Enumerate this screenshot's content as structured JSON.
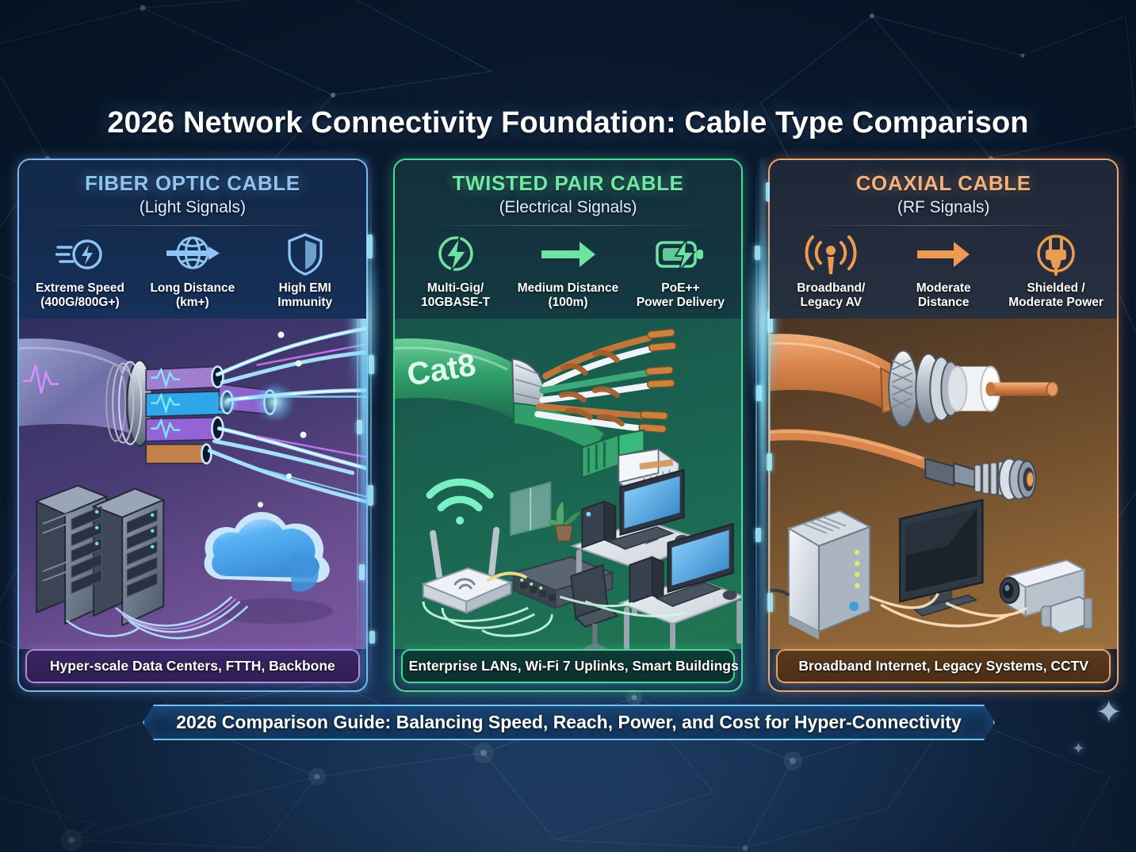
{
  "header": {
    "title": "2026 Network Connectivity Foundation: Cable Type Comparison"
  },
  "banner": {
    "text": "2026 Comparison Guide: Balancing Speed, Reach, Power, and Cost for Hyper-Connectivity"
  },
  "theme": {
    "background_dark": "#0a1728",
    "background_light": "#2f5a8c",
    "fiber_accent": "#8fc4f2",
    "twisted_accent": "#72e6a6",
    "coax_accent": "#f0b183",
    "divider_glow": "#82e1ff"
  },
  "panels": [
    {
      "id": "fiber-optic",
      "title": "FIBER OPTIC CABLE",
      "subtitle": "(Light Signals)",
      "accent": "#8fc4f2",
      "features": [
        {
          "icon": "speed-meter-icon",
          "label": "Extreme Speed\n(400G/800G+)"
        },
        {
          "icon": "globe-arrow-icon",
          "label": "Long Distance\n(km+)"
        },
        {
          "icon": "shield-icon",
          "label": "High EMI\nImmunity"
        }
      ],
      "illustration": {
        "name": "fiber-optic-cable-illustration",
        "cable_label": "",
        "elements": [
          "cutaway fiber cable",
          "glowing light strands",
          "server racks",
          "cloud"
        ]
      },
      "footer": "Hyper-scale Data Centers, FTTH, Backbone"
    },
    {
      "id": "twisted-pair",
      "title": "TWISTED PAIR CABLE",
      "subtitle": "(Electrical Signals)",
      "accent": "#72e6a6",
      "features": [
        {
          "icon": "lightning-bolt-icon",
          "label": "Multi-Gig/\n10GBASE-T"
        },
        {
          "icon": "arrow-right-icon",
          "label": "Medium Distance\n(100m)"
        },
        {
          "icon": "battery-charge-icon",
          "label": "PoE++\nPower Delivery"
        }
      ],
      "illustration": {
        "name": "twisted-pair-cable-illustration",
        "cable_label": "Cat8",
        "elements": [
          "shielded twisted pairs",
          "RJ45 connector",
          "wifi router",
          "switch",
          "desktop workstations"
        ]
      },
      "footer": "Enterprise LANs, Wi-Fi 7 Uplinks, Smart Buildings"
    },
    {
      "id": "coaxial",
      "title": "COAXIAL CABLE",
      "subtitle": "(RF Signals)",
      "accent": "#f0b183",
      "features": [
        {
          "icon": "broadcast-signal-icon",
          "label": "Broadband/\nLegacy AV"
        },
        {
          "icon": "arrow-right-icon",
          "label": "Moderate\nDistance"
        },
        {
          "icon": "power-plug-icon",
          "label": "Shielded /\nModerate Power"
        }
      ],
      "illustration": {
        "name": "coaxial-cable-illustration",
        "cable_label": "",
        "elements": [
          "cutaway coax cable",
          "BNC connector",
          "cable modem",
          "television",
          "cctv camera"
        ]
      },
      "footer": "Broadband Internet, Legacy Systems, CCTV"
    }
  ]
}
